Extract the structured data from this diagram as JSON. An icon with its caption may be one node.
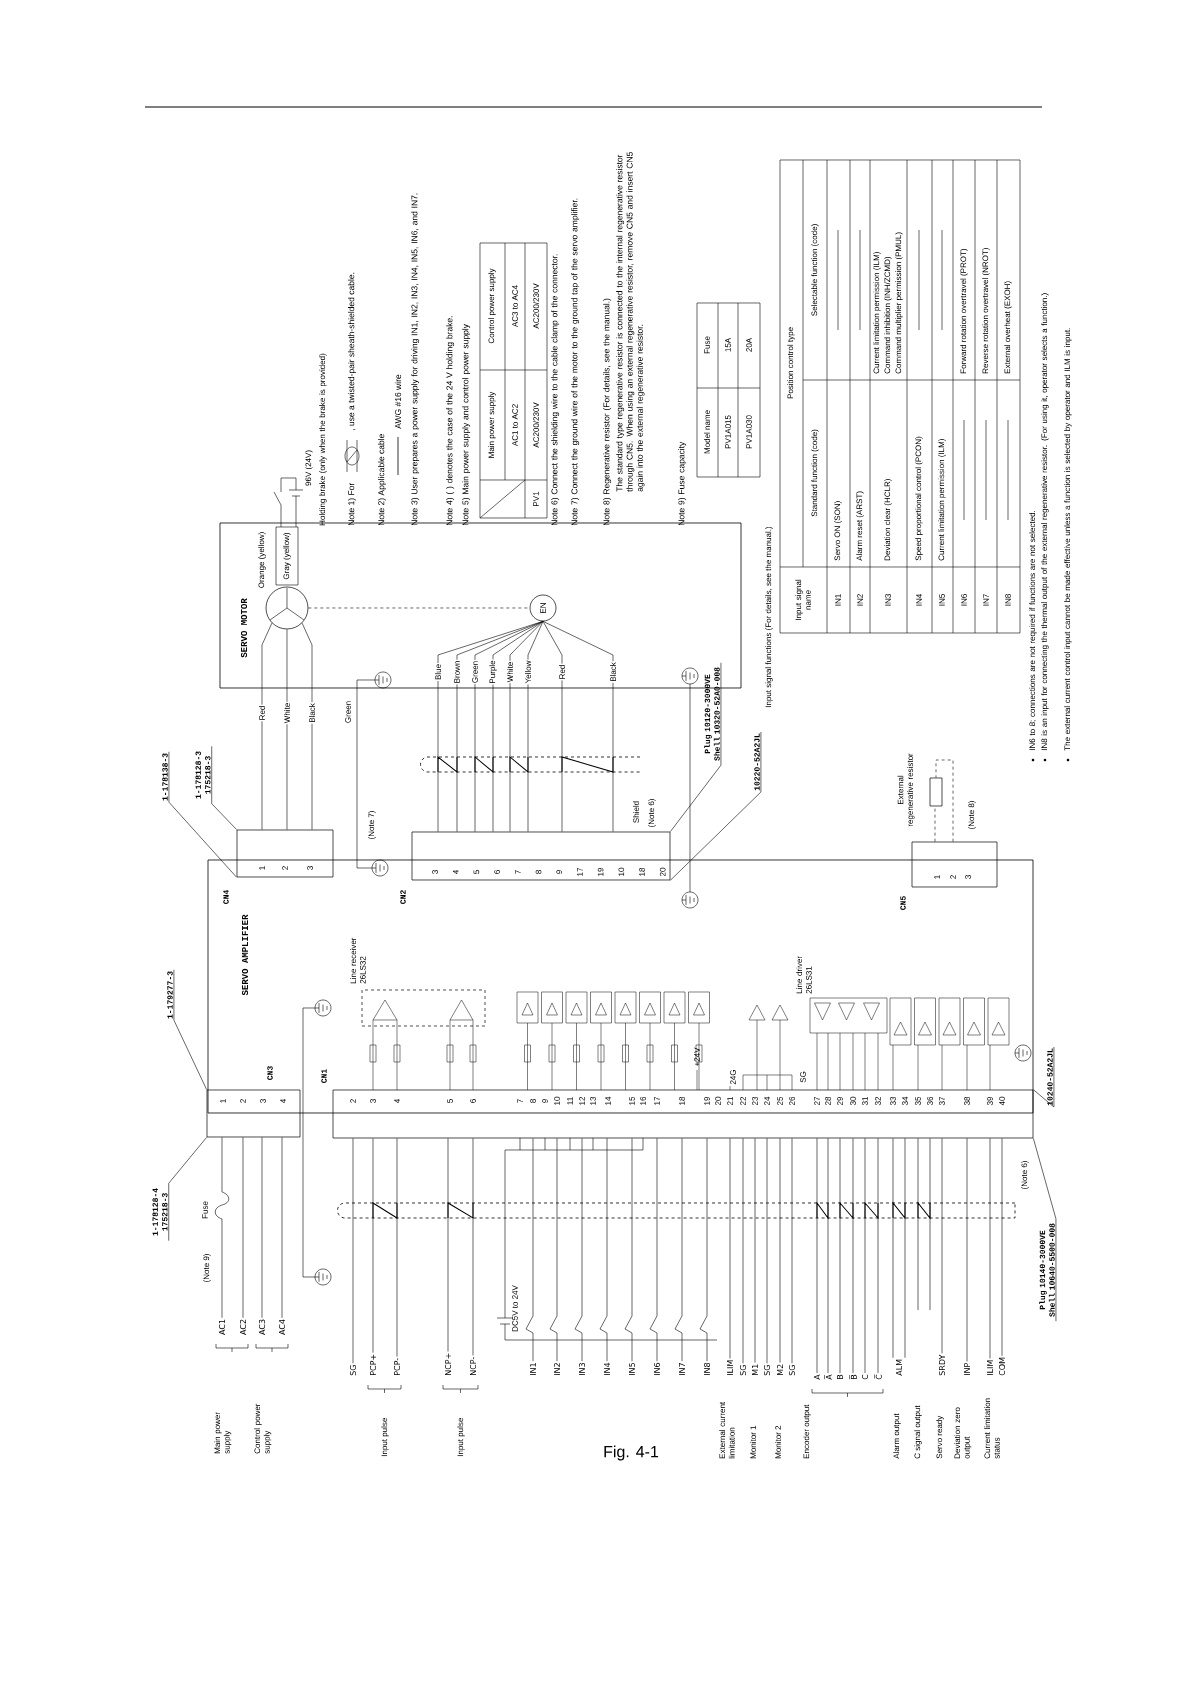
{
  "diagram": {
    "caption": "Fig. 4-1",
    "nodes": [
      {
        "text": [
          "SERVO AMPLIFIER"
        ]
      },
      {
        "text": [
          "SERVO MOTOR"
        ]
      },
      {
        "text": [
          "EN"
        ],
        "in": 1
      },
      {
        "text": [
          "1",
          "2",
          "3",
          "4"
        ]
      },
      {
        "text": [
          "1",
          "2",
          "3"
        ]
      },
      {
        "text": [
          "2",
          "3",
          "4",
          "5",
          "6",
          "7",
          "8",
          "9",
          "10",
          "11",
          "12",
          "13",
          "14",
          "15",
          "16",
          "17",
          "18",
          "19",
          "20",
          "21",
          "22",
          "23",
          "24",
          "25",
          "26",
          "27",
          "28",
          "29",
          "30",
          "31",
          "32",
          "33",
          "34",
          "35",
          "36",
          "37",
          "38",
          "39",
          "40"
        ]
      },
      {
        "text": [
          "3",
          "4",
          "5",
          "6",
          "7",
          "8",
          "9",
          "17",
          "19",
          "10",
          "18",
          "20"
        ],
        "beside": [
          "(Note 6)"
        ]
      },
      {
        "text": [
          "1",
          "2",
          "3"
        ]
      },
      {
        "text": [],
        "shape": "box",
        "beside": [
          "External regenerative resistor"
        ]
      },
      {
        "text": [
          "1-178128-4 175218-3"
        ]
      },
      {
        "text": [
          "1-179277-3"
        ]
      },
      {
        "text": [
          "1-178138-3"
        ]
      },
      {
        "text": [
          "1-178128-3 175218-3"
        ]
      },
      {
        "text": [
          "Plug 10120-3000VE Shell 10320-52A0-008"
        ]
      },
      {
        "text": [
          "10220-52A2JL"
        ]
      },
      {
        "text": [
          "10240-52A2JL"
        ]
      },
      {
        "text": [
          "Plug 10140-3000VE Shell 10640-5500-008"
        ]
      },
      {
        "text": [
          "AC1"
        ]
      },
      {
        "text": [
          "AC2"
        ]
      },
      {
        "text": [
          "AC3"
        ]
      },
      {
        "text": [
          "AC4"
        ]
      },
      {
        "text": [
          "SG"
        ]
      },
      {
        "text": [
          "PCP+"
        ]
      },
      {
        "text": [
          "PCP-"
        ]
      },
      {
        "text": [
          "NCP+"
        ]
      },
      {
        "text": [
          "NCP-"
        ]
      },
      {
        "text": [
          "IN1"
        ]
      },
      {
        "text": [
          "IN2"
        ]
      },
      {
        "text": [
          "IN3"
        ]
      },
      {
        "text": [
          "IN4"
        ]
      },
      {
        "text": [
          "IN5"
        ]
      },
      {
        "text": [
          "IN6"
        ]
      },
      {
        "text": [
          "IN7"
        ]
      },
      {
        "text": [
          "IN8"
        ]
      },
      {
        "text": [
          "ILIM"
        ]
      },
      {
        "text": [
          "SG"
        ]
      },
      {
        "text": [
          "M1"
        ]
      },
      {
        "text": [
          "SG"
        ]
      },
      {
        "text": [
          "M2"
        ]
      },
      {
        "text": [
          "SG"
        ]
      },
      {
        "text": [
          "A"
        ]
      },
      {
        "text": [
          "A̅"
        ]
      },
      {
        "text": [
          "B"
        ]
      },
      {
        "text": [
          "B̅"
        ]
      },
      {
        "text": [
          "C"
        ]
      },
      {
        "text": [
          "C̅"
        ]
      },
      {
        "text": [
          "ALM"
        ]
      },
      {
        "text": [
          "SRDY"
        ]
      },
      {
        "text": [
          "INP"
        ]
      },
      {
        "text": [
          "ILIM"
        ]
      },
      {
        "text": [
          "COM"
        ]
      },
      {
        "text": [],
        "shape": "circle",
        "in": 1
      }
    ],
    "edges": [
      {
        "from": 3,
        "to": 17,
        "arrow": "none"
      },
      {
        "from": 3,
        "to": 18,
        "arrow": "none"
      },
      {
        "from": 3,
        "to": 19,
        "arrow": "none"
      },
      {
        "from": 3,
        "to": 20,
        "arrow": "none"
      },
      {
        "from": 5,
        "to": 21,
        "arrow": "none"
      },
      {
        "from": 5,
        "to": 22,
        "arrow": "none"
      },
      {
        "from": 5,
        "to": 23,
        "arrow": "none"
      },
      {
        "from": 5,
        "to": 24,
        "arrow": "none"
      },
      {
        "from": 5,
        "to": 25,
        "arrow": "none"
      },
      {
        "from": 5,
        "to": 26,
        "arrow": "none"
      },
      {
        "from": 5,
        "to": 27,
        "arrow": "none"
      },
      {
        "from": 5,
        "to": 28,
        "arrow": "none"
      },
      {
        "from": 5,
        "to": 29,
        "arrow": "none"
      },
      {
        "from": 5,
        "to": 30,
        "arrow": "none"
      },
      {
        "from": 5,
        "to": 31,
        "arrow": "none"
      },
      {
        "from": 5,
        "to": 32,
        "arrow": "none"
      },
      {
        "from": 5,
        "to": 33,
        "arrow": "none"
      },
      {
        "from": 5,
        "to": 34,
        "arrow": "none"
      },
      {
        "from": 5,
        "to": 35,
        "arrow": "none"
      },
      {
        "from": 5,
        "to": 36,
        "arrow": "none"
      },
      {
        "from": 5,
        "to": 37,
        "arrow": "none"
      },
      {
        "from": 5,
        "to": 38,
        "arrow": "none"
      },
      {
        "from": 5,
        "to": 39,
        "arrow": "none"
      },
      {
        "from": 5,
        "to": 40,
        "arrow": "none"
      },
      {
        "from": 5,
        "to": 41,
        "arrow": "none"
      },
      {
        "from": 5,
        "to": 42,
        "arrow": "none"
      },
      {
        "from": 5,
        "to": 43,
        "arrow": "none"
      },
      {
        "from": 5,
        "to": 44,
        "arrow": "none"
      },
      {
        "from": 5,
        "to": 45,
        "arrow": "none"
      },
      {
        "from": 5,
        "to": 46,
        "arrow": "none"
      },
      {
        "from": 5,
        "to": 46,
        "arrow": "none"
      },
      {
        "from": 5,
        "to": null,
        "arrow": "none"
      },
      {
        "from": 5,
        "to": null,
        "arrow": "none"
      },
      {
        "from": 5,
        "to": 47,
        "arrow": "none"
      },
      {
        "from": 5,
        "to": 48,
        "arrow": "none"
      },
      {
        "from": 5,
        "to": 49,
        "arrow": "none"
      },
      {
        "from": 5,
        "to": 50,
        "arrow": "none"
      },
      {
        "from": 4,
        "to": 51,
        "arrow": "none",
        "label": "Red"
      },
      {
        "from": 4,
        "to": 51,
        "arrow": "none",
        "label": "White"
      },
      {
        "from": 4,
        "to": 51,
        "arrow": "none",
        "label": "Black"
      },
      {
        "from": 6,
        "to": 2,
        "arrow": "none",
        "label": "Blue"
      },
      {
        "from": 6,
        "to": 2,
        "arrow": "none",
        "label": "Brown"
      },
      {
        "from": 6,
        "to": 2,
        "arrow": "none",
        "label": "Green"
      },
      {
        "from": 6,
        "to": 2,
        "arrow": "none",
        "label": "Purple"
      },
      {
        "from": 6,
        "to": 2,
        "arrow": "none",
        "label": "White"
      },
      {
        "from": 6,
        "to": 2,
        "arrow": "none",
        "label": "Yellow"
      },
      {
        "from": 6,
        "to": 2,
        "arrow": "none",
        "label": "Red"
      },
      {
        "from": 6,
        "to": 2,
        "arrow": "none",
        "label": "Black"
      },
      {
        "from": 7,
        "to": 8,
        "arrow": "none",
        "style": "dashed"
      },
      {
        "from": 7,
        "to": 8,
        "arrow": "none",
        "style": "dashed"
      },
      {
        "from": 9,
        "to": 3,
        "arrow": "none"
      },
      {
        "from": 10,
        "to": 3,
        "arrow": "none"
      },
      {
        "from": 11,
        "to": 4,
        "arrow": "none"
      },
      {
        "from": 12,
        "to": 4,
        "arrow": "none"
      },
      {
        "from": 13,
        "to": 6,
        "arrow": "none"
      },
      {
        "from": 14,
        "to": 6,
        "arrow": "none"
      },
      {
        "from": 15,
        "to": 5,
        "arrow": "none"
      },
      {
        "from": 16,
        "to": 5,
        "arrow": "none"
      },
      {
        "from": 51,
        "to": 2,
        "arrow": "none",
        "style": "dashed"
      }
    ],
    "labels": [
      "(Note 9)",
      "Fuse",
      "Green",
      "(Note 7)",
      "Orange (yellow)",
      "Gray (yellow)",
      "96V (24V)",
      "Holding brake (only when the brake is provided)",
      "Note 1) For",
      ", use a twisted-pair sheath-shielded cable.",
      "Note 2) Applicable cable",
      "AWG #16 wire",
      "Note 3) User prepares a power supply for driving IN1, IN2, IN3, IN4, IN5, IN6, and IN7.",
      "Note 4) (   ) denotes the case of the 24 V holding brake.",
      "Note 5) Main power supply and control power supply",
      "Main power supply",
      "Control power supply",
      "AC1 to AC2",
      "AC3 to AC4",
      "PV1",
      "AC200/230V",
      "AC200/230V",
      "Note 6) Connect the shielding wire to the cable clamp of the connector.",
      "Note 7) Connect the ground wire of the motor to the ground tap of the servo amplifier.",
      "Note 8) Regenerative resistor (For details, see the manual.)",
      "The standard type regenerative resistor is connected to the internal regenerative resistor through CN5. When using an external regenerative resistor, remove CN5 and insert CN5 again into the external regenerative resistor.",
      "Note 9) Fuse capacity",
      "Model name",
      "Fuse",
      "PV1A015",
      "15A",
      "PV1A030",
      "20A",
      "Input signal functions (For details, see the manual.)",
      "Input signal name",
      "Position control type",
      "Standard function (code)",
      "Selectable function (code)",
      "IN1",
      "Servo ON (SON)",
      "IN2",
      "Alarm reset (ARST)",
      "IN3",
      "Deviation clear (HCLR)",
      "Current limitation permission (ILM)",
      "Command inhibition (INH/ZCMD)",
      "Command multiplier permission (PMUL)",
      "IN4",
      "Speed proportional control (PCON)",
      "IN5",
      "Current limitation permission (ILM)",
      "IN6",
      "Forward rotation overtravel (PROT)",
      "IN7",
      "Reverse rotation overtravel (NROT)",
      "IN8",
      "External overheat (EXOH)",
      "IN6 to 8; connections are not required if functions are not selected.",
      "IN8 is an input for connecting the thermal output of the external regenerative resistor. (For using it, operator selects a function.)",
      "The external current control input cannot be made effective unless a function is selected by operator and ILM is input.",
      "Line receiver 26LS32",
      "Line driver 26LS31",
      "+24V",
      "24G",
      "SG",
      "DC5V to 24V",
      "(Note 6)",
      "Main power supply",
      "Control power supply",
      "Input pulse",
      "Input pulse",
      "External current limitation",
      "Monitor 1",
      "Monitor 2",
      "Encoder output",
      "Alarm output",
      "C signal output",
      "Servo ready",
      "Deviation zero output",
      "Current limitation status",
      "Shield",
      "CN3",
      "CN4",
      "CN1",
      "CN2",
      "CN5",
      "(Note 8)"
    ]
  }
}
